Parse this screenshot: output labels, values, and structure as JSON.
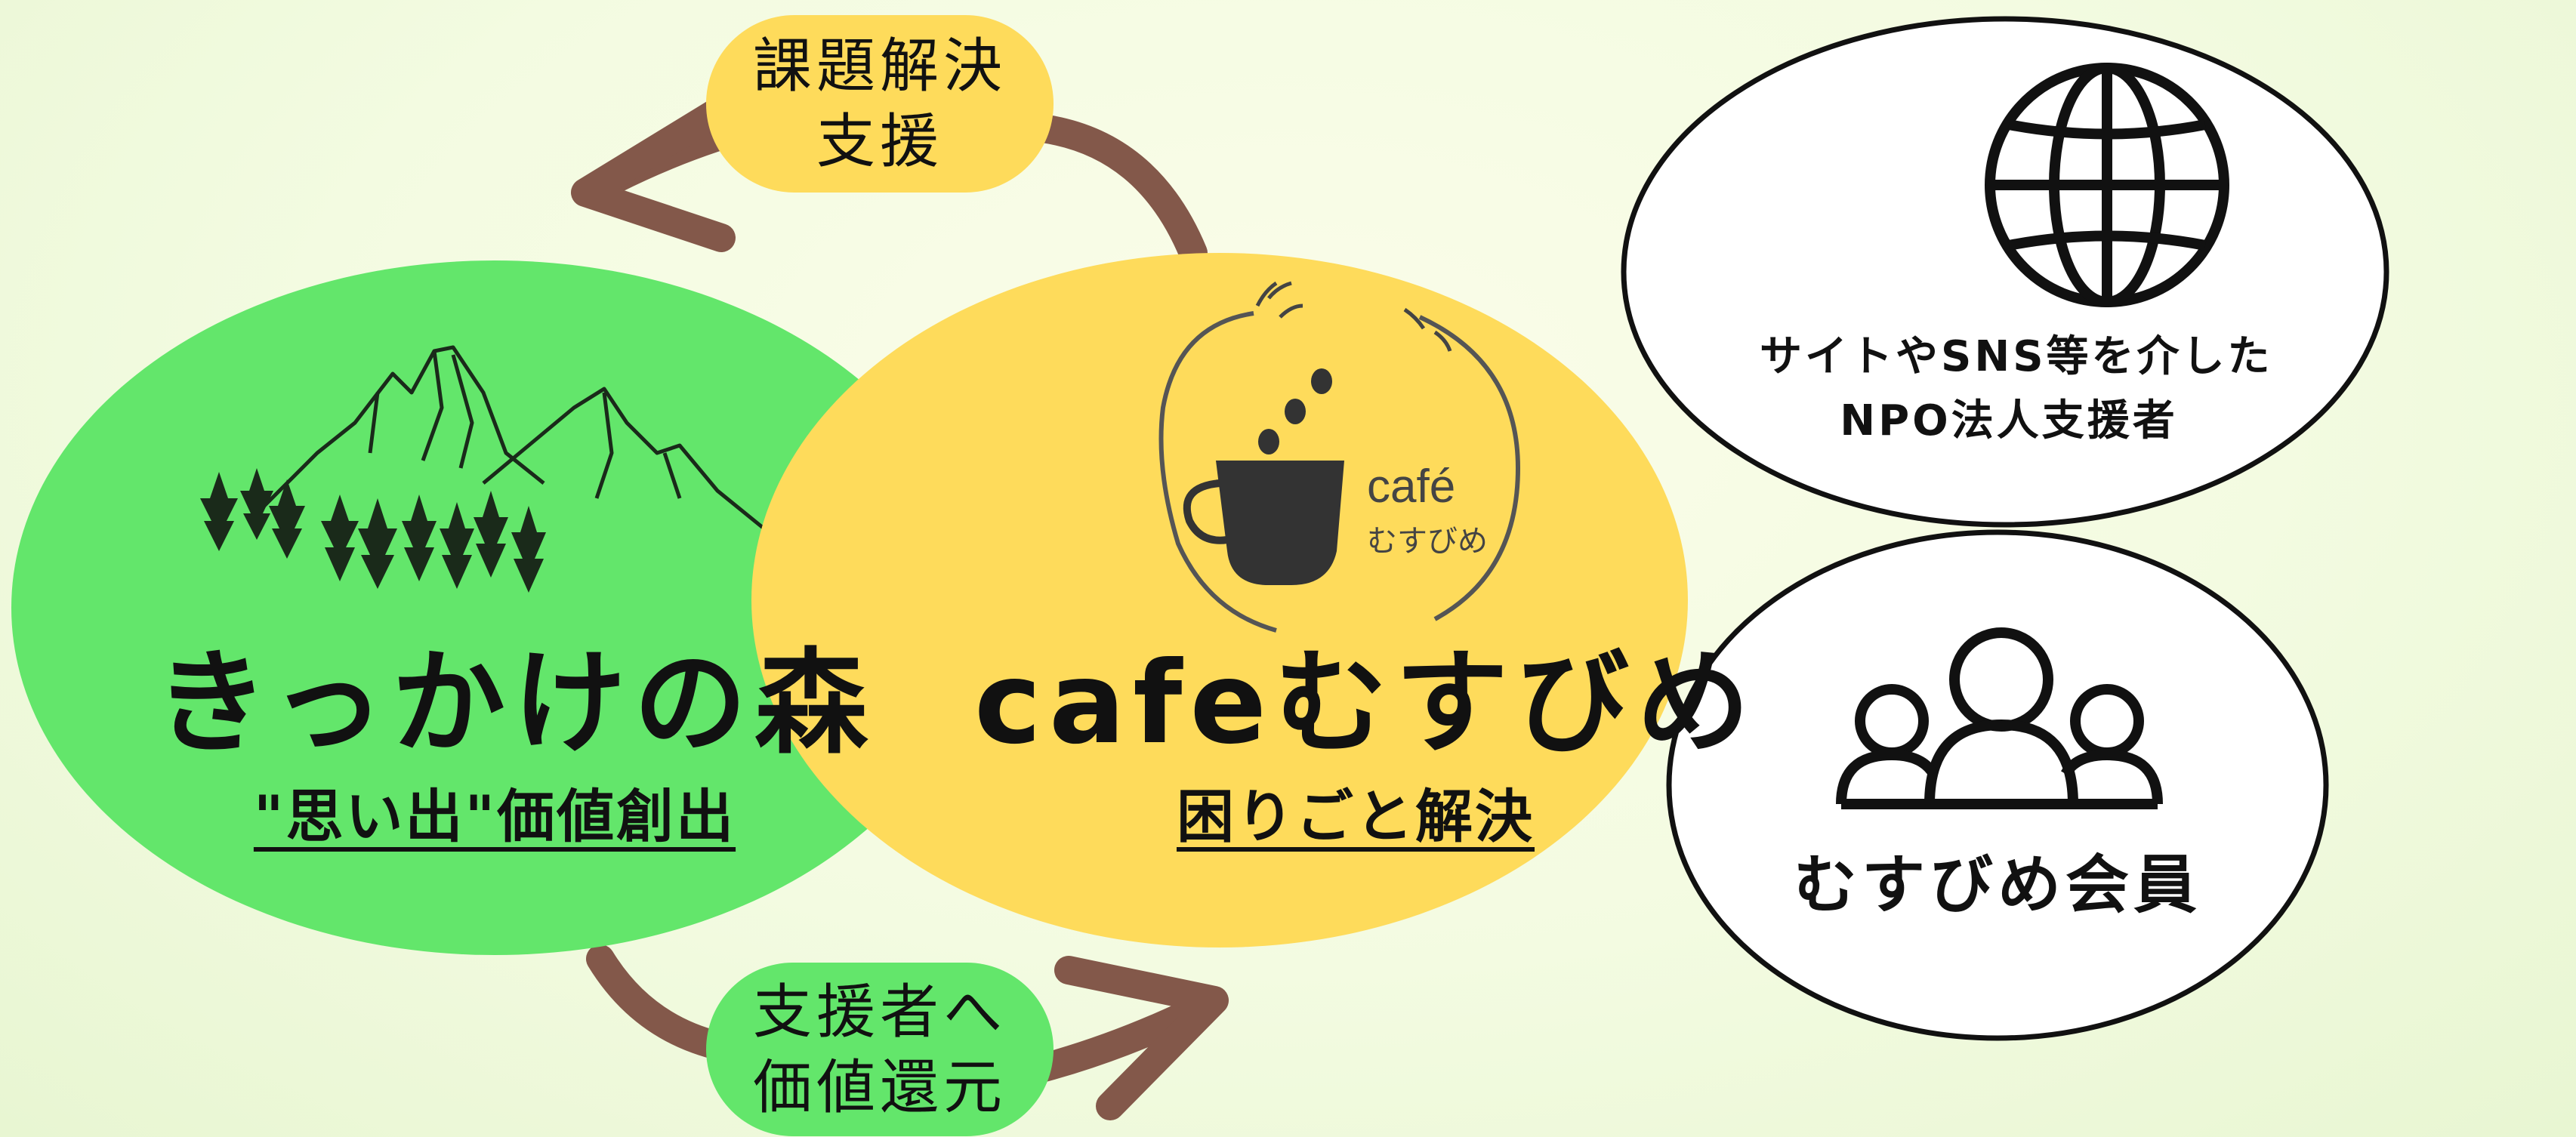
{
  "colors": {
    "forest_green": "#63e66b",
    "cafe_yellow": "#fedb5b",
    "arrow_brown": "#83584a",
    "outline": "#111111"
  },
  "nodes": {
    "forest": {
      "title": "きっかけの森",
      "subtitle": "\"思い出\"価値創出",
      "icon": "mountain-forest-icon"
    },
    "cafe": {
      "title": "cafeむすびめ",
      "subtitle": "困りごと解決",
      "logo_text_top": "café",
      "logo_text_bottom": "むすびめ",
      "icon": "cafe-logo-icon"
    },
    "supporters": {
      "line1": "サイトやSNS等を介した",
      "line2": "NPO法人支援者",
      "icon": "globe-icon"
    },
    "members": {
      "label": "むすびめ会員",
      "icon": "people-group-icon"
    }
  },
  "flows": {
    "top": {
      "line1": "課題解決",
      "line2": "支援",
      "direction": "cafe-to-forest"
    },
    "bottom": {
      "line1": "支援者へ",
      "line2": "価値還元",
      "direction": "forest-to-cafe"
    }
  }
}
